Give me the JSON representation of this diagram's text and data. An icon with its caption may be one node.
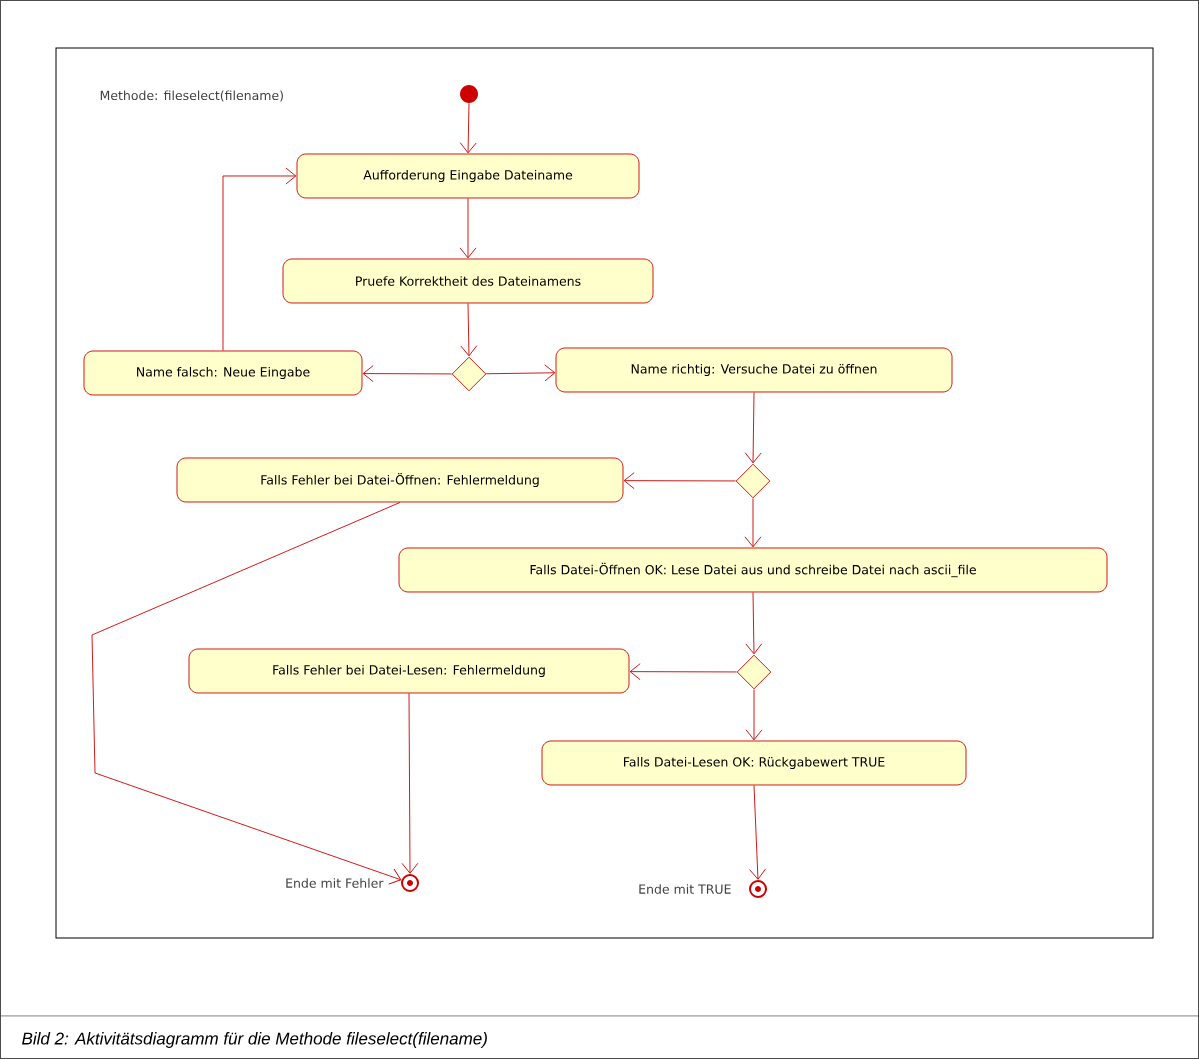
{
  "diagram": {
    "caption": "Bild 2: Aktivitätsdiagramm für die Methode fileselect(filename)",
    "nodes": [
      {
        "text": [],
        "shape": "circle"
      },
      {
        "text": [
          "Aufforderung Eingabe Dateiname"
        ]
      },
      {
        "text": [
          "Pruefe Korrektheit des Dateinamens"
        ]
      },
      {
        "text": [],
        "shape": "diamond"
      },
      {
        "text": [
          "Name falsch: Neue Eingabe"
        ]
      },
      {
        "text": [
          "Name richtig: Versuche Datei zu öffnen"
        ]
      },
      {
        "text": [],
        "shape": "diamond"
      },
      {
        "text": [
          "Falls Fehler bei Datei-Öffnen: Fehlermeldung"
        ]
      },
      {
        "text": [
          "Falls Datei-Öffnen OK: Lese Datei aus und schreibe Datei nach ascii_file"
        ]
      },
      {
        "text": [],
        "shape": "diamond"
      },
      {
        "text": [
          "Falls Fehler bei Datei-Lesen: Fehlermeldung"
        ]
      },
      {
        "text": [
          "Falls Datei-Lesen OK: Rückgabewert TRUE"
        ]
      },
      {
        "text": [],
        "shape": "circle",
        "beside": [
          "Ende mit Fehler"
        ]
      },
      {
        "text": [],
        "shape": "circle",
        "beside": [
          "Ende mit TRUE"
        ]
      }
    ],
    "edges": [
      {
        "from": 0,
        "to": 1,
        "arrow": "to"
      },
      {
        "from": 1,
        "to": 2,
        "arrow": "to"
      },
      {
        "from": 2,
        "to": 3,
        "arrow": "to"
      },
      {
        "from": 3,
        "to": 4,
        "arrow": "to"
      },
      {
        "from": 3,
        "to": 5,
        "arrow": "to"
      },
      {
        "from": 4,
        "to": 1,
        "arrow": "to"
      },
      {
        "from": 5,
        "to": 6,
        "arrow": "to"
      },
      {
        "from": 6,
        "to": 7,
        "arrow": "to"
      },
      {
        "from": 6,
        "to": 8,
        "arrow": "to"
      },
      {
        "from": 8,
        "to": 9,
        "arrow": "to"
      },
      {
        "from": 9,
        "to": 10,
        "arrow": "to"
      },
      {
        "from": 9,
        "to": 11,
        "arrow": "to"
      },
      {
        "from": 7,
        "to": 12,
        "arrow": "to"
      },
      {
        "from": 10,
        "to": 12,
        "arrow": "to"
      },
      {
        "from": 11,
        "to": 13,
        "arrow": "to"
      }
    ],
    "labels": [
      "Methode: fileselect(filename)"
    ]
  }
}
